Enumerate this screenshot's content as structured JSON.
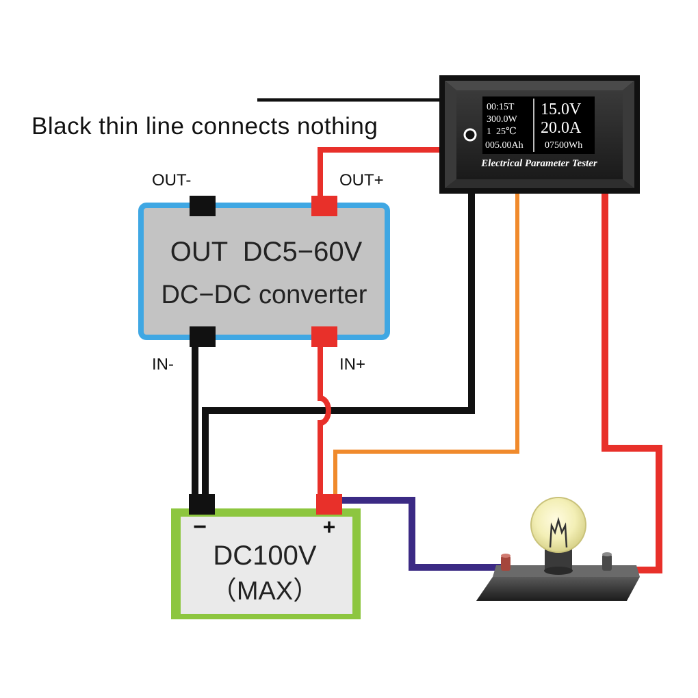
{
  "note": {
    "text": "Black thin line connects nothing"
  },
  "converter": {
    "line1": "OUT  DC5−60V",
    "line2": "DC−DC converter",
    "terminals": {
      "out_minus": "OUT-",
      "out_plus": "OUT+",
      "in_minus": "IN-",
      "in_plus": "IN+"
    }
  },
  "meter": {
    "title": "Electrical Parameter Tester",
    "left": {
      "time": "00:15T",
      "power": "300.0W",
      "channel_temp": "1  25℃",
      "capacity": "005.00Ah"
    },
    "right": {
      "voltage": "15.0V",
      "current": "20.0A",
      "energy": "07500Wh"
    }
  },
  "battery": {
    "minus": "−",
    "plus": "+",
    "line1": "DC100V",
    "line2": "（MAX）"
  },
  "colors": {
    "black_wire": "#111111",
    "red_wire": "#e8302a",
    "orange_wire": "#f08a2c",
    "purple_wire": "#3b2a84",
    "converter_fill": "#c3c3c3",
    "converter_border": "#3fa7e3",
    "battery_border": "#8dc63f",
    "battery_fill": "#eaeaea"
  }
}
